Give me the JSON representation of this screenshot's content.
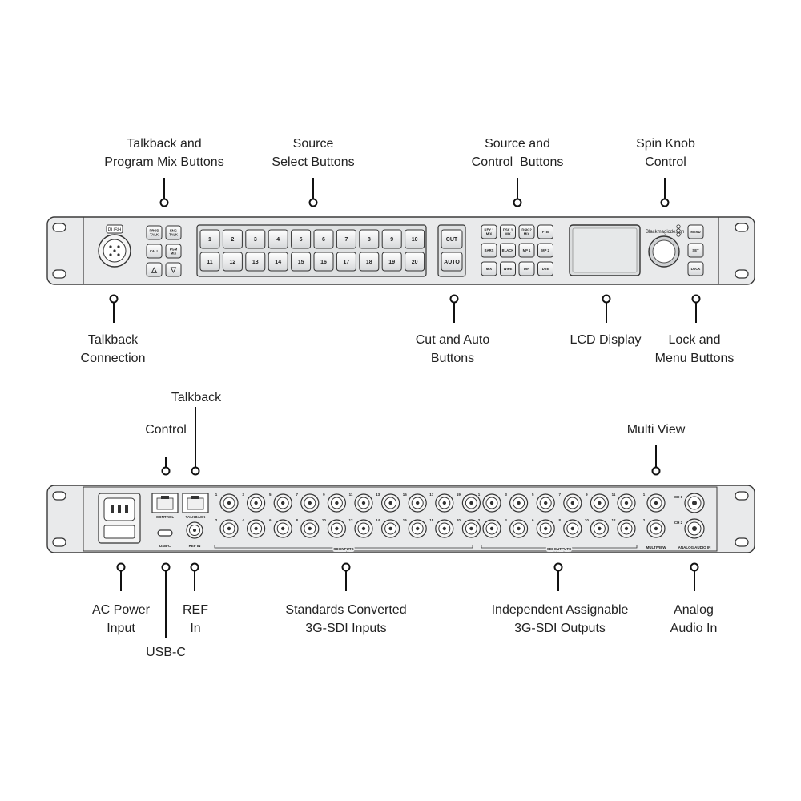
{
  "front_panel": {
    "source_buttons_top": [
      "1",
      "2",
      "3",
      "4",
      "5",
      "6",
      "7",
      "8",
      "9",
      "10"
    ],
    "source_buttons_bottom": [
      "11",
      "12",
      "13",
      "14",
      "15",
      "16",
      "17",
      "18",
      "19",
      "20"
    ],
    "talkback_buttons": [
      "PROD\nTALK",
      "ENG\nTALK",
      "CALL",
      "PGM\nMIX",
      "△",
      "▽"
    ],
    "xlr_label": "PUSH",
    "transition_buttons": [
      "CUT",
      "AUTO"
    ],
    "control_buttons": [
      "KEY 1\nMIX",
      "DSK 1\nMIX",
      "DSK 2\nMIX",
      "FTB",
      "BARS",
      "BLACK",
      "MP 1",
      "MP 2",
      "MIX",
      "WIPE",
      "DIP",
      "DVE"
    ],
    "menu_buttons": [
      "MENU",
      "SET",
      "LOCK"
    ],
    "brand": "Blackmagicdesign"
  },
  "rear_panel": {
    "port_labels": {
      "control": "CONTROL",
      "talkback": "TALKBACK",
      "usb": "USB-C",
      "ref": "REF IN",
      "ch1": "CH 1",
      "ch2": "CH 2"
    },
    "group_labels": {
      "sdi_inputs": "SDI INPUTS",
      "sdi_outputs": "SDI OUTPUTS",
      "multiview": "MULTIVIEW",
      "analog_audio": "ANALOG AUDIO IN"
    },
    "input_numbers_top": [
      "1",
      "3",
      "5",
      "7",
      "9",
      "11",
      "13",
      "15",
      "17",
      "19"
    ],
    "input_numbers_bottom": [
      "2",
      "4",
      "6",
      "8",
      "10",
      "12",
      "14",
      "16",
      "18",
      "20"
    ],
    "output_numbers_top": [
      "1",
      "3",
      "5",
      "7",
      "9",
      "11"
    ],
    "output_numbers_bottom": [
      "2",
      "4",
      "6",
      "8",
      "10",
      "12"
    ],
    "multiview_numbers": [
      "1",
      "2"
    ]
  },
  "callouts": {
    "talkback_program_mix": "Talkback and\nProgram Mix Buttons",
    "source_select": "Source\nSelect Buttons",
    "source_control": "Source and\nControl  Buttons",
    "spin_knob": "Spin Knob\nControl",
    "talkback_connection": "Talkback\nConnection",
    "cut_auto": "Cut and Auto\nButtons",
    "lcd_display": "LCD Display",
    "lock_menu": "Lock and\nMenu Buttons",
    "talkback": "Talkback",
    "control": "Control",
    "multi_view": "Multi View",
    "ac_power": "AC Power\nInput",
    "usb_c": "USB-C",
    "ref_in": "REF\nIn",
    "sdi_inputs": "Standards Converted\n3G-SDI Inputs",
    "sdi_outputs": "Independent Assignable\n3G-SDI Outputs",
    "analog_audio": "Analog\nAudio In"
  }
}
